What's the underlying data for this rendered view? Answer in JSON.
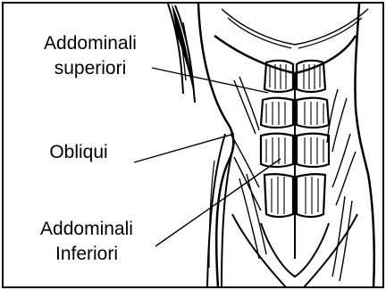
{
  "labels": {
    "upper_line1": "Addominali",
    "upper_line2": "superiori",
    "oblique": "Obliqui",
    "lower_line1": "Addominali",
    "lower_line2": "Inferiori"
  },
  "colors": {
    "ink": "#000000",
    "paper": "#ffffff"
  }
}
